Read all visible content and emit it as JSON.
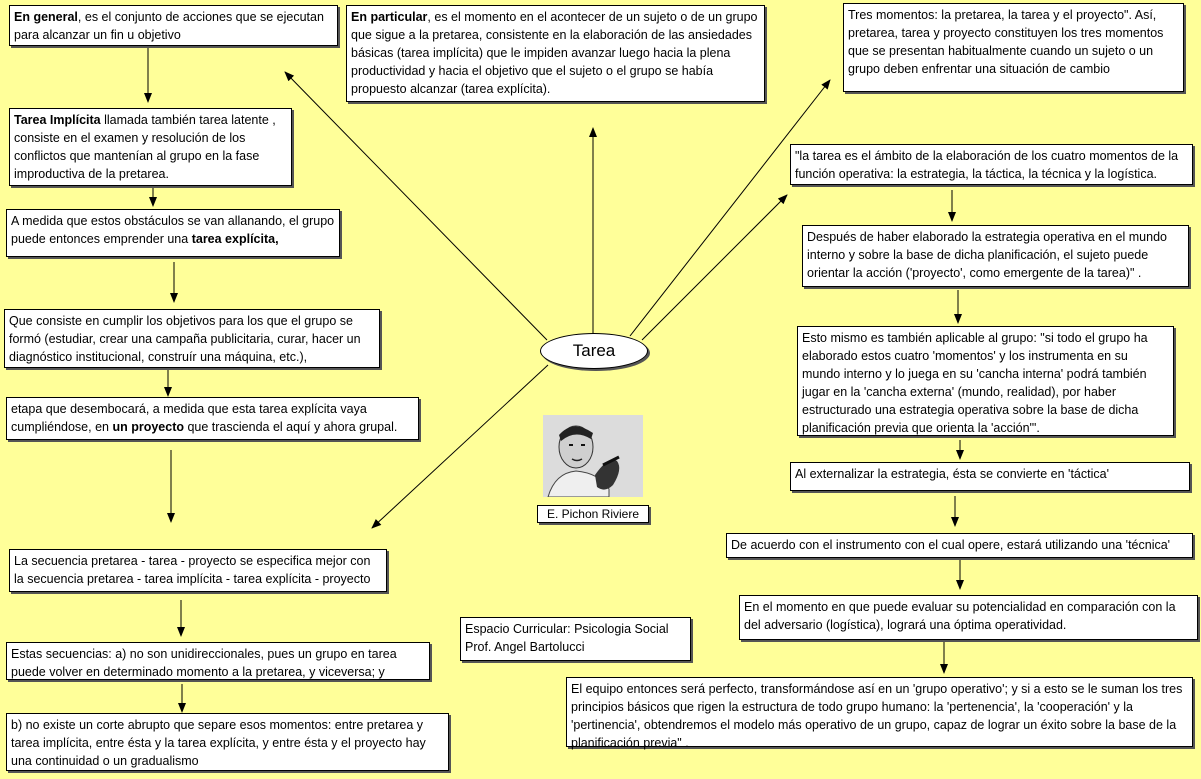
{
  "center": {
    "label": "Tarea"
  },
  "photo": {
    "caption": "E. Pichon Riviere"
  },
  "boxes": {
    "general": {
      "bold": "En general",
      "text": ", es el conjunto de acciones que se ejecutan para alcanzar un fin u objetivo"
    },
    "particular": {
      "bold": "En particular",
      "text": ", es el momento en el acontecer de un sujeto o de un grupo que sigue a la pretarea, consistente en la elaboración de las ansiedades básicas (tarea implícita) que le impiden avanzar luego hacia la plena productividad y hacia el objetivo que el sujeto o el grupo se había propuesto alcanzar (tarea explícita)."
    },
    "tres_momentos": {
      "text": "Tres momentos: la pretarea, la tarea y el proyecto\". Así, pretarea, tarea y proyecto constituyen los tres momentos que se presentan habitualmente cuando un sujeto o un grupo deben enfrentar una situación de cambio"
    },
    "tarea_implicita": {
      "bold": "Tarea Implícita",
      "text": " llamada también tarea latente , consiste en el examen y resolución de los conflictos que mantenían al grupo en la fase improductiva de la pretarea."
    },
    "a_medida": {
      "text": "A medida que estos obstáculos se van allanando, el grupo puede entonces emprender una ",
      "bold": "tarea explícita,"
    },
    "que_consiste": {
      "text": "Que consiste en cumplir los objetivos para los que el grupo se formó (estudiar, crear una campaña publicitaria, curar, hacer un diagnóstico institucional, construír una máquina, etc.),"
    },
    "etapa": {
      "text": " etapa que desembocará, a medida que esta tarea explícita vaya cumpliéndose, en ",
      "bold": "un proyecto",
      "text2": " que trascienda el aquí y ahora grupal."
    },
    "secuencia": {
      "text": "La secuencia pretarea - tarea - proyecto se especifica mejor con la secuencia pretarea - tarea implícita - tarea explícita - proyecto"
    },
    "estas_secuencias": {
      "text": "Estas secuencias: a) no son unidireccionales, pues un grupo en tarea puede volver en determinado momento a la pretarea, y viceversa; y"
    },
    "corte": {
      "text": "b) no existe un corte abrupto que separe esos momentos: entre pretarea y tarea implícita, entre ésta y la tarea explícita, y entre ésta y el proyecto hay una continuidad o un gradualismo"
    },
    "espacio": {
      "line1": "Espacio Curricular: Psicologia Social",
      "line2": "Prof. Angel Bartolucci"
    },
    "ambito": {
      "text": "\"la tarea es el ámbito de la elaboración de los cuatro momentos de la función operativa: la estrategia, la táctica, la técnica y la logística."
    },
    "despues": {
      "text": "Después de haber elaborado la estrategia operativa en el mundo interno y sobre la base de dicha planificación, el sujeto puede orientar la acción ('proyecto', como emergente de la tarea)\" ."
    },
    "mismo": {
      "text": " Esto mismo es también aplicable al grupo: \"si todo el grupo ha elaborado estos cuatro 'momentos' y los instrumenta en su mundo interno y lo juega en su 'cancha interna' podrá también jugar en la 'cancha externa' (mundo, realidad), por haber estructurado una estrategia operativa sobre la base de dicha planificación previa que orienta la 'acción'\"."
    },
    "externalizar": {
      "text": "Al externalizar la estrategia, ésta se convierte en 'táctica'"
    },
    "instrumento": {
      "text": "De acuerdo con el instrumento con el cual opere, estará utilizando una 'técnica'"
    },
    "momento_evaluar": {
      "text": "En el momento en que puede evaluar su potencialidad en comparación con la del adversario (logística), logrará una óptima operatividad."
    },
    "equipo": {
      "text": "El equipo entonces será perfecto, transformándose así en un 'grupo operativo'; y si a esto se le suman los tres principios básicos que rigen la estructura de todo grupo humano: la 'pertenencia', la 'cooperación' y la 'pertinencia', obtendremos el modelo más operativo de un grupo, capaz de lograr un éxito sobre la base de la planificación previa\" ."
    }
  }
}
